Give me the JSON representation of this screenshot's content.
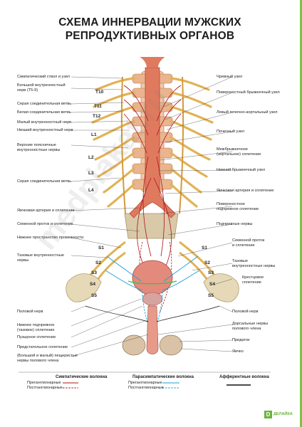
{
  "title_line1": "СХЕМА ИННЕРВАЦИИ МУЖСКИХ",
  "title_line2": "РЕПРОДУКТИВНЫХ ОРГАНОВ",
  "colors": {
    "sympathetic": "#b0121b",
    "parasympathetic": "#1aa0d8",
    "afferent": "#111111",
    "nerve": "#e2b255",
    "vessel": "#e07a5f",
    "brand": "#6bb33c"
  },
  "vertebra_labels": [
    "T10",
    "T11",
    "T12",
    "L1",
    "L2",
    "L3",
    "L4",
    "S1",
    "S2",
    "S3",
    "S4",
    "S5",
    "S1",
    "S2",
    "S3",
    "S4",
    "S5"
  ],
  "left_labels": [
    "Симпатический ствол и узел",
    "Большой внутренностный",
    "нерв (T5-9)",
    "Серая соединительная ветвь",
    "Белая соединительная ветвь",
    "Малый внутренностный нерв",
    "Низший внутренностный нерв",
    "Верхние поясничные",
    "внутренностные нервы",
    "Серая соединительная ветвь",
    "Яичковая артерия и сплетение",
    "Семенной проток и сплетение",
    "Нижнее пространство промежности",
    "Тазовые внутренностные",
    "нервы",
    "Половой нерв",
    "Нижнее подчревное",
    "(тазовое) сплетение",
    "Пузырное сплетение",
    "Предстательное сплетение",
    "(Большой и малый) пещеристые",
    "нервы полового члена"
  ],
  "right_labels": [
    "Чревный узел",
    "Поверхностный брыжеечный узел",
    "Левый почечно-аортальный узел",
    "Почечный узел",
    "Межбрыжеечное",
    "(аортальное) сплетение",
    "Нижний брыжеечный  узел",
    "Яичковая артерия и сплетение",
    "Поверхностное",
    "подчревное сплетение",
    "Подчревные нервы",
    "Семенной проток",
    "и сплетение",
    "Тазовые",
    "внутренностные нервы",
    "Крестцовое",
    "сплетение",
    "Половой нерв",
    "Дорсальные нервы",
    "полового члена",
    "Придаток",
    "Яичко"
  ],
  "legend": {
    "sym_title": "Симпатические волокна",
    "para_title": "Парасимпатические волокна",
    "aff_title": "Афферентные волокна",
    "pre": "Преганглионарные",
    "post": "Постганглионарные"
  },
  "watermark": "medplakat.ru",
  "logo_text": "ДЕЛАЙКА"
}
